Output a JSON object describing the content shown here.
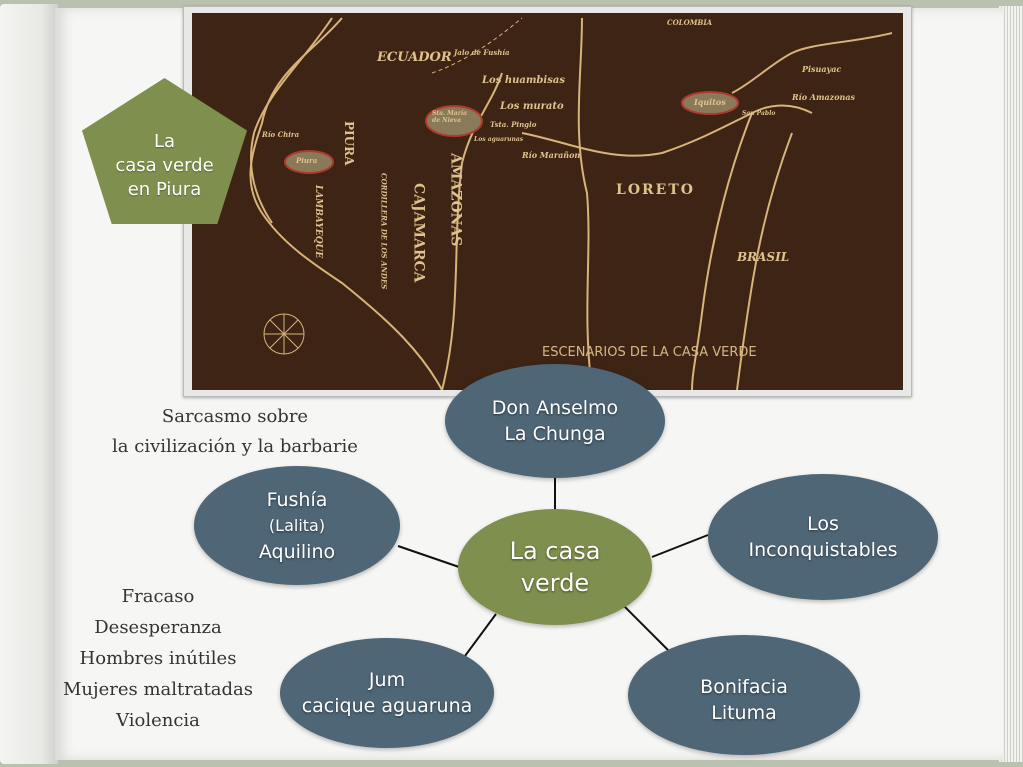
{
  "map": {
    "labels": [
      "ECUADOR",
      "COLOMBIA",
      "Jalo de Fushía",
      "Los huambisas",
      "Los murato",
      "Sta. María de Nieva",
      "Tstа. Pinglo",
      "Los aguarunas",
      "Río Marañon",
      "Iquitos",
      "San Pablo",
      "Pisuayac",
      "Río Amazonas",
      "LORETO",
      "BRASIL",
      "AMAZONAS",
      "CAJAMARCA",
      "PIURA",
      "Piura",
      "Río Chira",
      "LAMBAYEQUE",
      "CORDILLERA DE LOS ANDES"
    ],
    "caption": "ESCENARIOS DE LA CASA VERDE"
  },
  "callout": {
    "lines": [
      "La",
      "casa verde",
      "en Piura"
    ]
  },
  "notes": {
    "sarcasm": [
      "Sarcasmo sobre",
      "la civilización y la barbarie"
    ],
    "themes": [
      "Fracaso",
      "Desesperanza",
      "Hombres inútiles",
      "Mujeres maltratadas",
      "Violencia"
    ]
  },
  "nodes": {
    "center": [
      "La casa",
      "verde"
    ],
    "anselmo": [
      "Don Anselmo",
      "La Chunga"
    ],
    "fushia": [
      "Fushía",
      "(Lalita)",
      "Aquilino"
    ],
    "inconquistables": [
      "Los",
      "Inconquistables"
    ],
    "jum": [
      "Jum",
      "cacique aguaruna"
    ],
    "bonifacia": [
      "Bonifacia",
      "Lituma"
    ]
  },
  "colors": {
    "node": "#4f6676",
    "center": "#7f8f4d",
    "map": "#3d2414"
  }
}
